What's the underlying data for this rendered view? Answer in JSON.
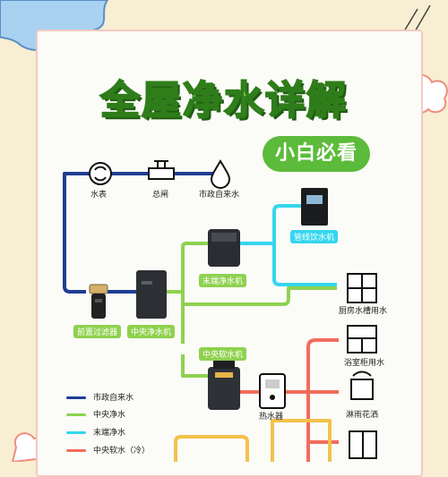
{
  "title": "全屋净水详解",
  "subtitle": "小白必看",
  "colors": {
    "municipal": "#1f3d93",
    "central": "#8fd14f",
    "terminal": "#35d6ee",
    "soft_cold": "#f26c5c",
    "soft_hot": "#f3c24b"
  },
  "nodes": {
    "meter": "水表",
    "main_valve": "总闸",
    "municipal_water": "市政自来水",
    "prefilter": "前置过滤器",
    "central_purifier": "中央净水机",
    "terminal_purifier": "末端净水机",
    "pipeline_dispenser": "管线饮水机",
    "central_softener": "中央软水机",
    "water_heater": "热水器",
    "kitchen_sink": "厨房水槽用水",
    "bathroom_cabinet": "浴室柜用水",
    "shower": "淋雨花洒",
    "toilet": ""
  },
  "legend": [
    {
      "label": "市政自来水",
      "color": "#1f3d93"
    },
    {
      "label": "中央净水",
      "color": "#8fd14f"
    },
    {
      "label": "末端净水",
      "color": "#35d6ee"
    },
    {
      "label": "中央软水（冷）",
      "color": "#f26c5c"
    }
  ]
}
